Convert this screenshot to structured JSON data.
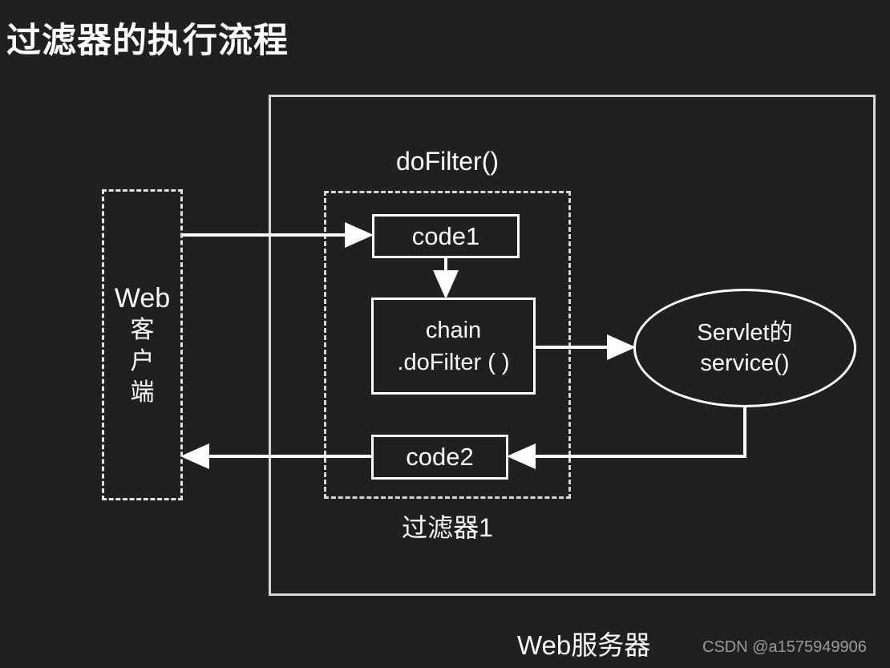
{
  "title": "过滤器的执行流程",
  "background_color": "#221f20",
  "stroke_color": "#ffffff",
  "watermark": "CSDN @a1575949906",
  "client": {
    "name": "web-client",
    "latin_label": "Web",
    "cjk_chars": [
      "客",
      "户",
      "端"
    ],
    "border_style": "dashed"
  },
  "server": {
    "name": "web-server",
    "caption": "Web服务器",
    "border_style": "solid"
  },
  "filter": {
    "name": "filter-1",
    "header_label": "doFilter()",
    "caption": "过滤器1",
    "border_style": "dashed"
  },
  "nodes": [
    {
      "id": "code1",
      "lines": [
        "code1"
      ],
      "shape": "rect"
    },
    {
      "id": "chain",
      "lines": [
        "chain",
        ".doFilter ( )"
      ],
      "shape": "rect"
    },
    {
      "id": "code2",
      "lines": [
        "code2"
      ],
      "shape": "rect"
    },
    {
      "id": "servlet",
      "lines": [
        "Servlet的",
        "service()"
      ],
      "shape": "ellipse"
    }
  ],
  "edges": [
    {
      "id": "client-to-code1",
      "from": "web-client",
      "to": "code1",
      "direction": "right"
    },
    {
      "id": "code1-to-chain",
      "from": "code1",
      "to": "chain",
      "direction": "down"
    },
    {
      "id": "chain-to-servlet",
      "from": "chain",
      "to": "servlet",
      "direction": "right"
    },
    {
      "id": "servlet-to-code2",
      "from": "servlet",
      "to": "code2",
      "direction": "left"
    },
    {
      "id": "code2-to-client",
      "from": "code2",
      "to": "web-client",
      "direction": "left"
    }
  ]
}
